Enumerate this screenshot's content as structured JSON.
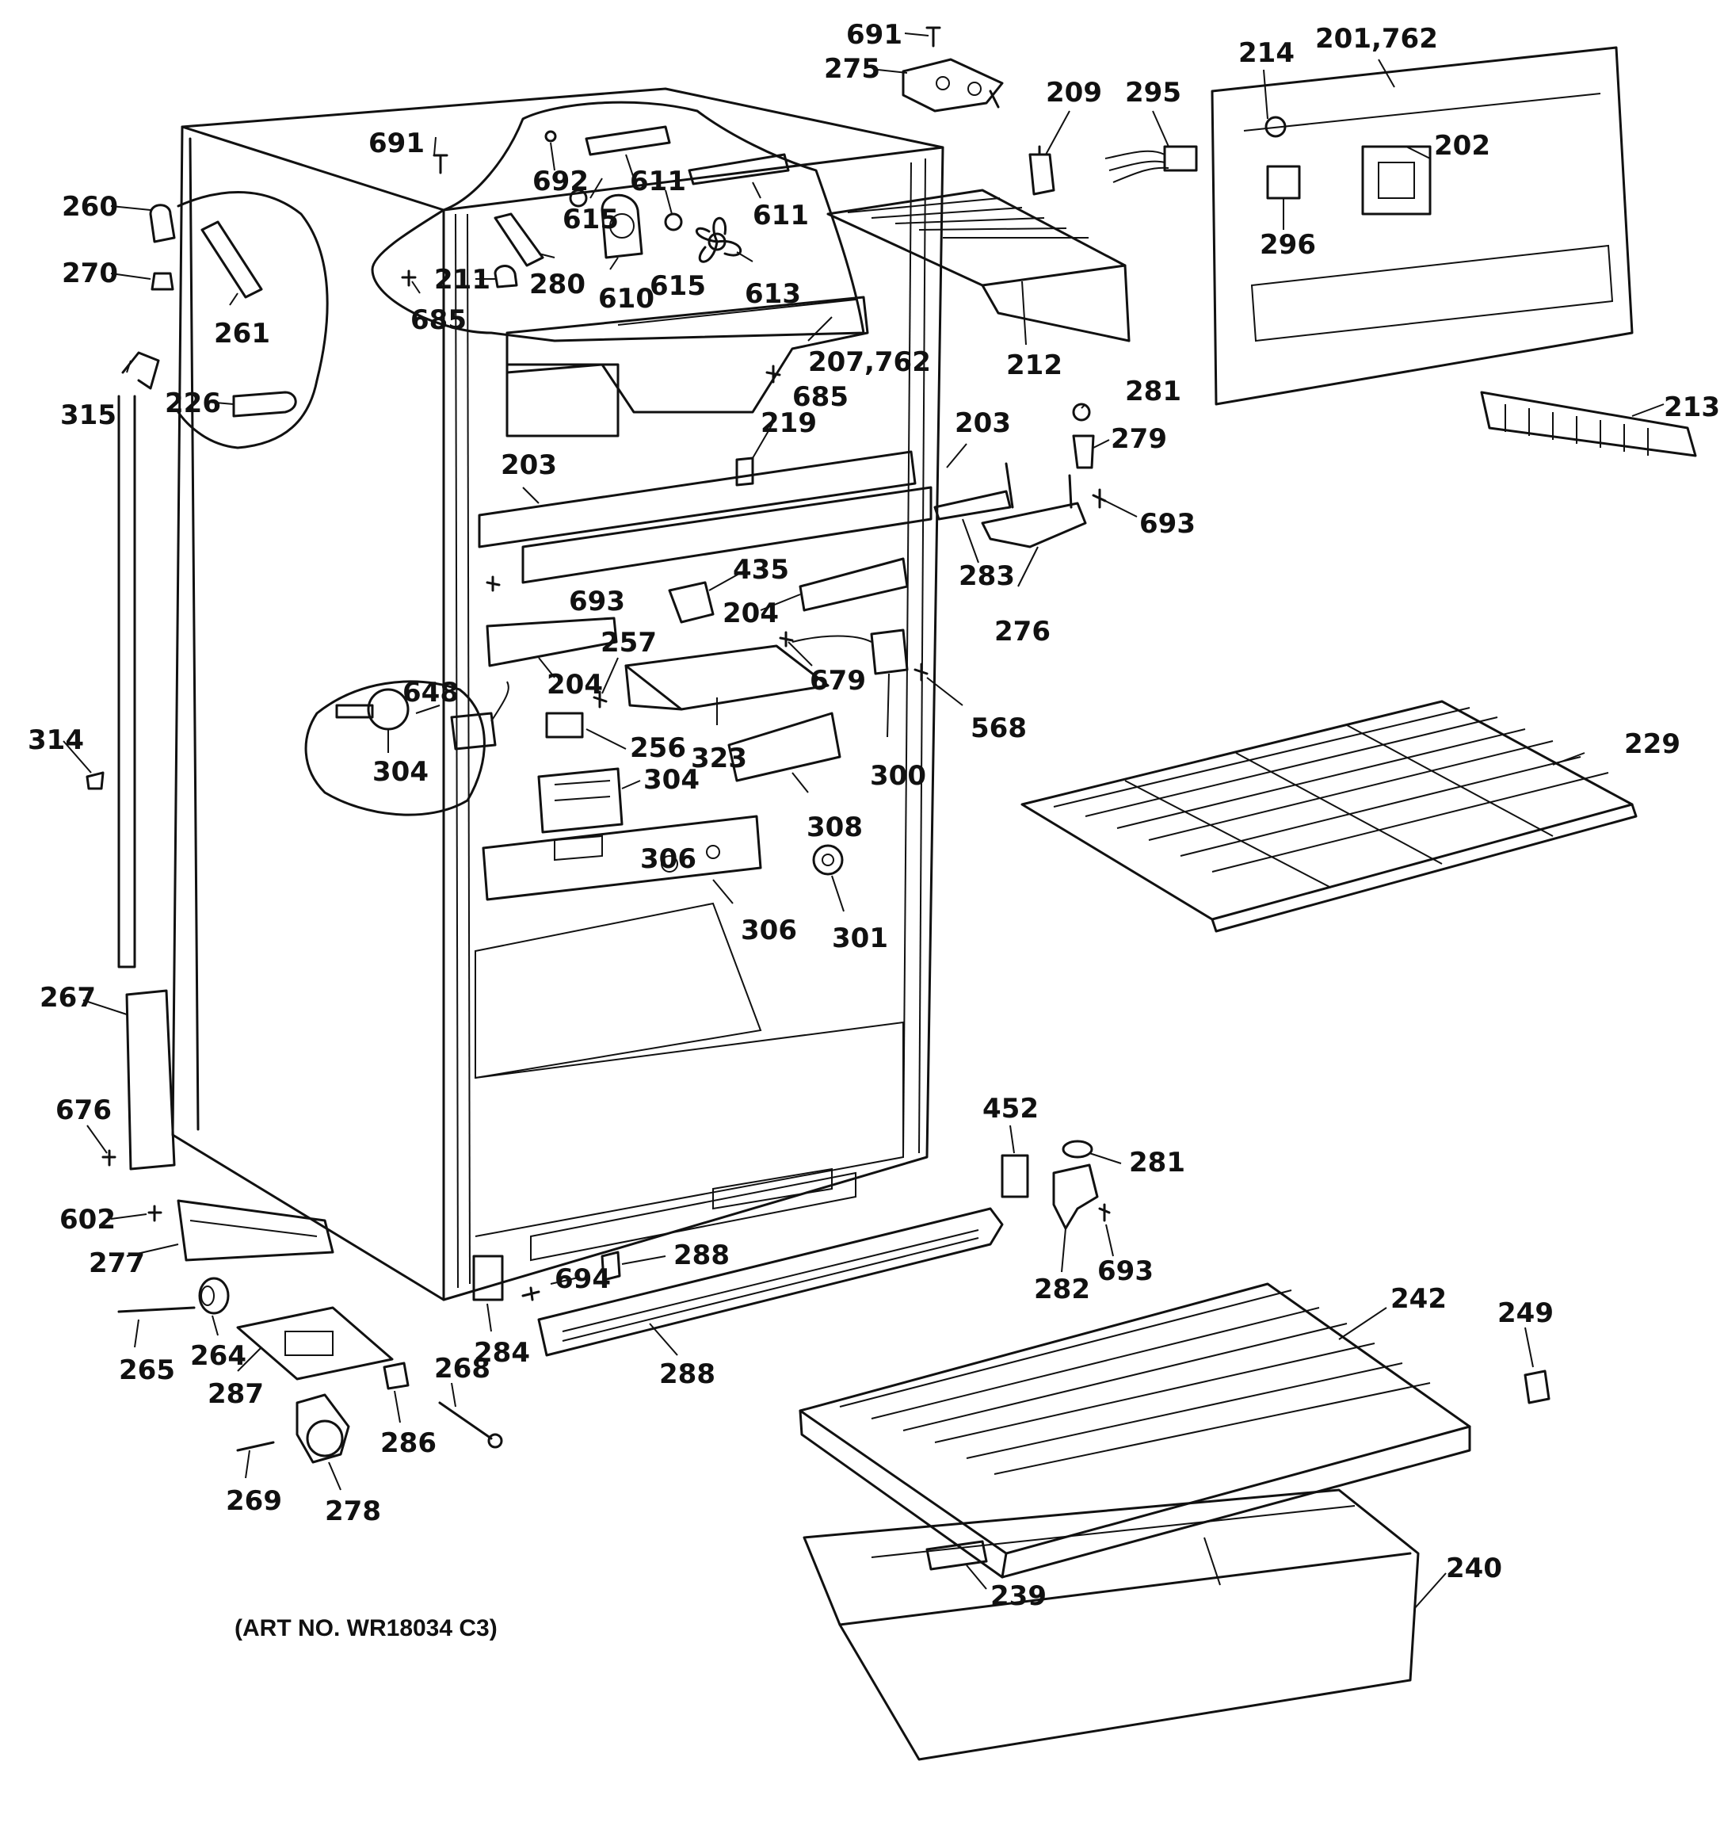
{
  "art_number_note": "(ART NO. WR18034 C3)",
  "callouts": [
    "691",
    "275",
    "209",
    "295",
    "214",
    "201,762",
    "202",
    "296",
    "692",
    "611",
    "260",
    "270",
    "261",
    "685",
    "211",
    "280",
    "615",
    "610",
    "613",
    "207,762",
    "212",
    "315",
    "226",
    "281",
    "213",
    "279",
    "219",
    "203",
    "693",
    "283",
    "276",
    "435",
    "204",
    "257",
    "679",
    "300",
    "568",
    "229",
    "648",
    "304",
    "256",
    "323",
    "308",
    "314",
    "306",
    "301",
    "267",
    "676",
    "452",
    "602",
    "277",
    "288",
    "694",
    "282",
    "242",
    "249",
    "265",
    "264",
    "287",
    "284",
    "268",
    "286",
    "269",
    "278",
    "239",
    "240"
  ]
}
